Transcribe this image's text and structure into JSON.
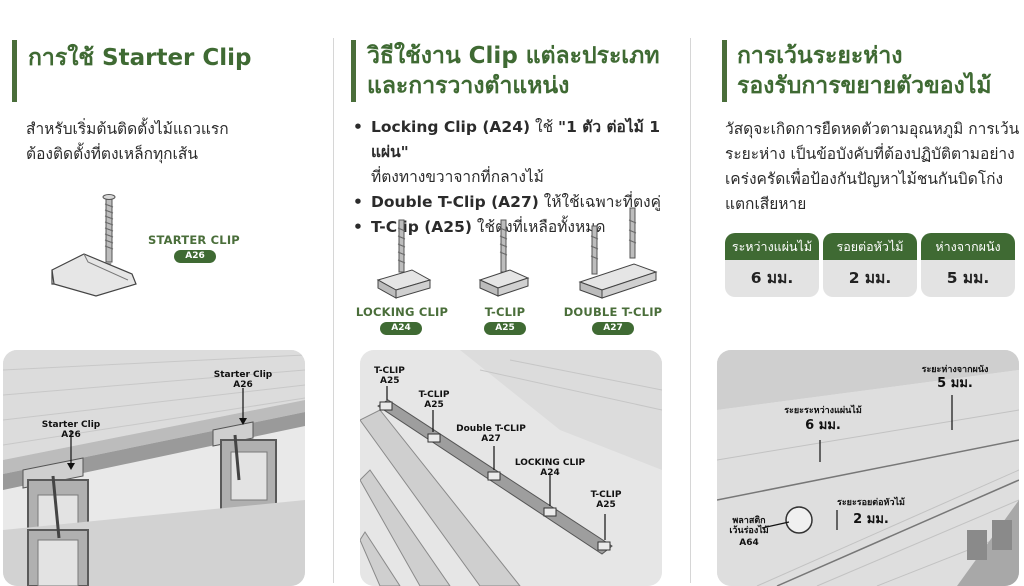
{
  "col1": {
    "title": "การใช้ Starter Clip",
    "body_line1": "สำหรับเริ่มต้นติดตั้งไม้แถวแรก",
    "body_line2": "ต้องติดตั้งที่ตงเหล็กทุกเส้น",
    "product_label": "STARTER CLIP",
    "product_code": "A26",
    "callouts": [
      {
        "name": "Starter Clip",
        "code": "A26"
      },
      {
        "name": "Starter Clip",
        "code": "A26"
      }
    ]
  },
  "col2": {
    "title_line1": "วิธีใช้งาน Clip แต่ละประเภท",
    "title_line2": "และการวางตำแหน่ง",
    "bullets": [
      {
        "bold": "Locking Clip (A24)",
        "text": " ใช้ ",
        "bold2": "\"1 ตัว ต่อไม้ 1 แผ่น\"",
        "cont": "ที่ตงทางขวาจากที่กลางไม้"
      },
      {
        "bold": "Double T-Clip (A27)",
        "text": " ให้ใช้เฉพาะที่ตงคู่"
      },
      {
        "bold": "T-Clip (A25)",
        "text": " ใช้ตงที่เหลือทั้งหมด"
      }
    ],
    "products": [
      {
        "label": "LOCKING CLIP",
        "code": "A24"
      },
      {
        "label": "T-CLIP",
        "code": "A25"
      },
      {
        "label": "DOUBLE T-CLIP",
        "code": "A27"
      }
    ],
    "callouts": [
      {
        "name": "T-CLIP",
        "code": "A25"
      },
      {
        "name": "T-CLIP",
        "code": "A25"
      },
      {
        "name": "Double T-CLIP",
        "code": "A27"
      },
      {
        "name": "LOCKING CLIP",
        "code": "A24"
      },
      {
        "name": "T-CLIP",
        "code": "A25"
      }
    ]
  },
  "col3": {
    "title_line1": "การเว้นระยะห่าง",
    "title_line2": "รองรับการขยายตัวของไม้",
    "body_lines": [
      "วัสดุจะเกิดการยืดหดตัวตามอุณหภูมิ การเว้น",
      "ระยะห่าง เป็นข้อบังคับที่ต้องปฏิบัติตามอย่าง",
      "เคร่งครัดเพื่อป้องกันปัญหาไม้ชนกันบิดโก่ง",
      "แตกเสียหาย"
    ],
    "table": [
      {
        "head": "ระหว่างแผ่นไม้",
        "value": "6 มม."
      },
      {
        "head": "รอยต่อหัวไม้",
        "value": "2 มม."
      },
      {
        "head": "ห่างจากผนัง",
        "value": "5 มม."
      }
    ],
    "callouts": {
      "wall_label": "ระยะห่างจากผนัง",
      "wall_value": "5 มม.",
      "between_label": "ระยะระหว่างแผ่นไม้",
      "between_value": "6 มม.",
      "joint_label": "ระยะรอยต่อหัวไม้",
      "joint_value": "2 มม.",
      "spacer_line1": "พลาสติก",
      "spacer_line2": "เว้นร่องไม้",
      "spacer_code": "A64"
    }
  }
}
